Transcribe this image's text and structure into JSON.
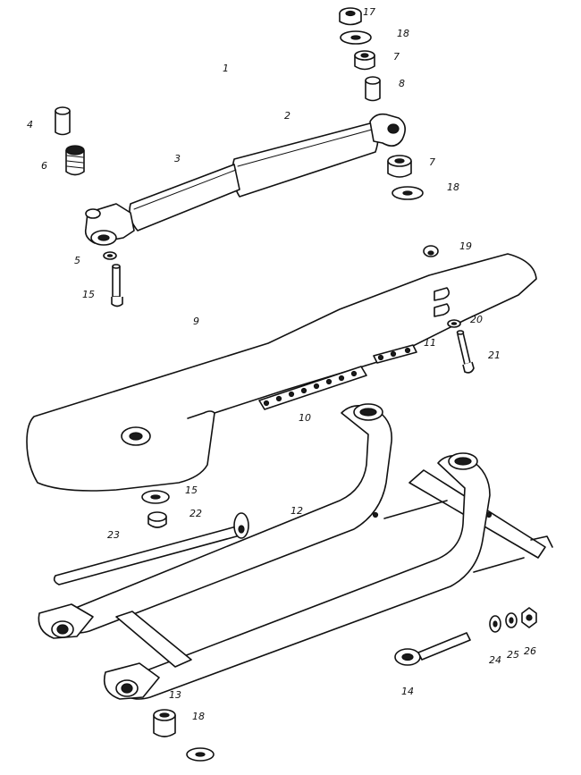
{
  "callouts": {
    "c17": "17",
    "c18_top": "18",
    "c1": "1",
    "c7_top": "7",
    "c8": "8",
    "c2": "2",
    "c4": "4",
    "c3": "3",
    "c6": "6",
    "c7_mid": "7",
    "c18_mid": "18",
    "c19": "19",
    "c5": "5",
    "c15_top": "15",
    "c9": "9",
    "c20": "20",
    "c11": "11",
    "c21": "21",
    "c10": "10",
    "c15_mid": "15",
    "c22": "22",
    "c12": "12",
    "c23": "23",
    "c24": "24",
    "c25": "25",
    "c26": "26",
    "c13": "13",
    "c18_bot": "18",
    "c14": "14"
  }
}
